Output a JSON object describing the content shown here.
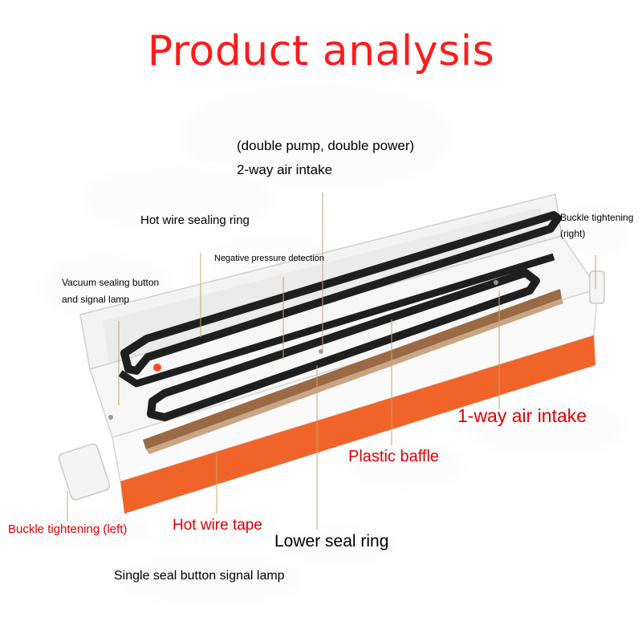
{
  "title": "Product analysis",
  "labels": {
    "double_pump": "(double pump, double power)",
    "two_way_intake": "2-way air intake",
    "hot_wire_ring": "Hot wire sealing ring",
    "negative_pressure": "Negative pressure detection",
    "vacuum_button_1": "Vacuum sealing button",
    "vacuum_button_2": "and signal lamp",
    "buckle_right_1": "Buckle tightening",
    "buckle_right_2": "(right)",
    "one_way_intake": "1-way air intake",
    "plastic_baffle": "Plastic baffle",
    "hot_wire_tape": "Hot wire tape",
    "lower_seal_ring": "Lower seal ring",
    "buckle_left": "Buckle tightening (left)",
    "single_seal": "Single seal button signal lamp"
  },
  "colors": {
    "title": "#ff1a1a",
    "accent_orange": "#f0642a",
    "gasket_black": "#1f1f1f",
    "wire_brown": "#9a6a45",
    "label_red": "#e00000"
  }
}
